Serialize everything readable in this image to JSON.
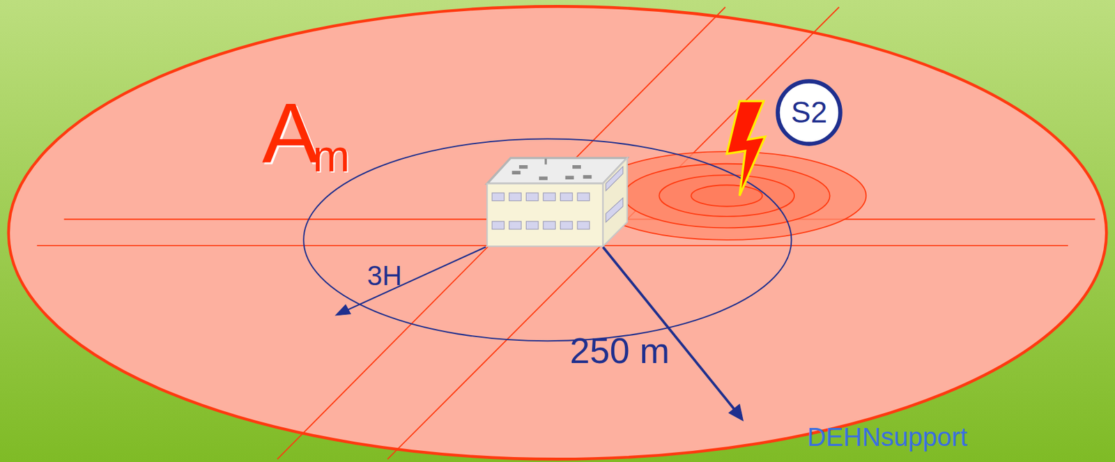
{
  "diagram": {
    "nodes": [
      {
        "text": [
          "S2"
        ]
      }
    ],
    "labels": [
      "A",
      "m",
      "3H",
      "250 m",
      "DEHNsupport"
    ]
  }
}
